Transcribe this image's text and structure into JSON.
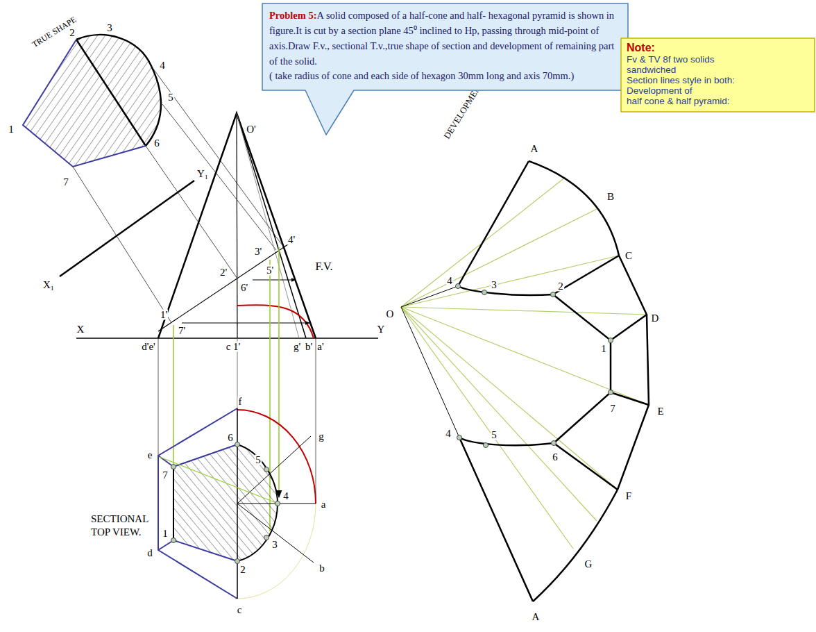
{
  "diagram": {
    "nodes": [
      {
        "text": [
          "Problem 5:",
          "A solid composed of a half-cone and half- hexagonal pyramid is shown in figure.It is cut by a section plane 45⁰ inclined to Hp, passing through mid-point of axis.Draw F.v., sectional T.v.,true shape of section and development of remaining part of the solid.",
          "( take radius of cone and each side of hexagon 30mm long and axis 70mm.)"
        ]
      },
      {
        "text": [
          "Note:",
          "Fv & TV 8f two solids",
          "sandwiched",
          "Section lines style in both:",
          "Development of",
          "half cone & half pyramid:"
        ]
      }
    ],
    "labels": [
      "TRUE SHAPE",
      "2",
      "3",
      "1",
      "4",
      "5",
      "6",
      "7",
      "Y₁",
      "O'",
      "X₁",
      "DEVELOPMENT",
      "A",
      "B",
      "C",
      "3'",
      "4'",
      "F.V.",
      "5'",
      "2'",
      "6'",
      "4",
      "3",
      "2",
      "O",
      "1'",
      "7'",
      "X",
      "Y",
      "1",
      "D",
      "d'e'",
      "c 1'",
      "g'",
      "b'",
      "a'",
      "f",
      "7",
      "E",
      "g",
      "6",
      "4",
      "5",
      "e",
      "6",
      "5",
      "7",
      "4",
      "F",
      "a",
      "SECTIONAL TOP VIEW.",
      "1",
      "3",
      "d",
      "G",
      "2",
      "b",
      "c",
      "A"
    ]
  }
}
